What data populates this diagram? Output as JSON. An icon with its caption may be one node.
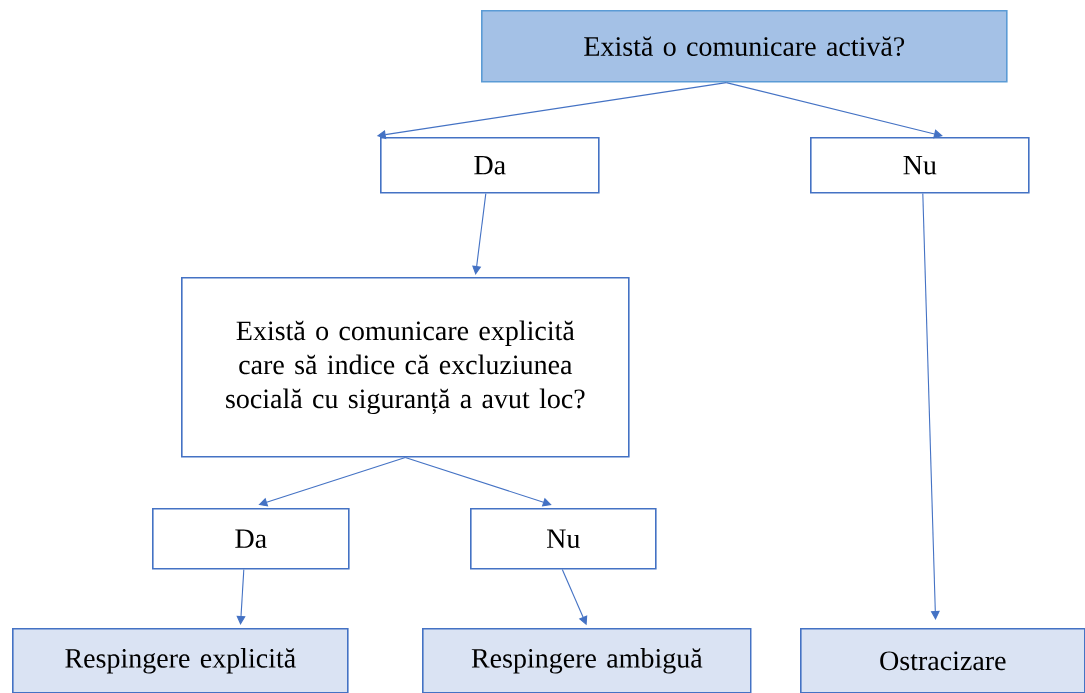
{
  "diagram": {
    "nodes": [
      {
        "text": [
          "Există o comunicare activă?"
        ]
      },
      {
        "text": [
          "Da"
        ]
      },
      {
        "text": [
          "Nu"
        ]
      },
      {
        "text": [
          "Există o comunicare explicită care să indice că excluziunea socială cu siguranță a avut loc?"
        ]
      },
      {
        "text": [
          "Da"
        ]
      },
      {
        "text": [
          "Nu"
        ]
      },
      {
        "text": [
          "Respingere explicită"
        ]
      },
      {
        "text": [
          "Respingere ambiguă"
        ]
      },
      {
        "text": [
          "Ostracizare"
        ]
      }
    ],
    "edges": [
      {
        "from": 0,
        "to": 1,
        "arrow": "to"
      },
      {
        "from": 0,
        "to": 2,
        "arrow": "to"
      },
      {
        "from": 1,
        "to": 3,
        "arrow": "to"
      },
      {
        "from": 3,
        "to": 4,
        "arrow": "to"
      },
      {
        "from": 3,
        "to": 5,
        "arrow": "to"
      },
      {
        "from": 4,
        "to": 6,
        "arrow": "to"
      },
      {
        "from": 5,
        "to": 7,
        "arrow": "to"
      },
      {
        "from": 2,
        "to": 8,
        "arrow": "to"
      }
    ]
  }
}
